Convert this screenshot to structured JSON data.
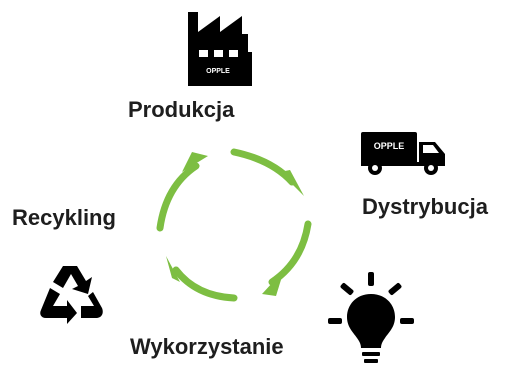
{
  "colors": {
    "arrow": "#7dbe42",
    "icon": "#000000",
    "text": "#1e1e1e",
    "background": "#ffffff"
  },
  "stages": {
    "production": {
      "label": "Produkcja",
      "icon": "factory-icon",
      "logo_text": "OPPLE"
    },
    "distribution": {
      "label": "Dystrybucja",
      "icon": "truck-icon",
      "logo_text": "OPPLE"
    },
    "usage": {
      "label": "Wykorzystanie",
      "icon": "lightbulb-icon"
    },
    "recycling": {
      "label": "Recykling",
      "icon": "recycle-icon"
    }
  }
}
